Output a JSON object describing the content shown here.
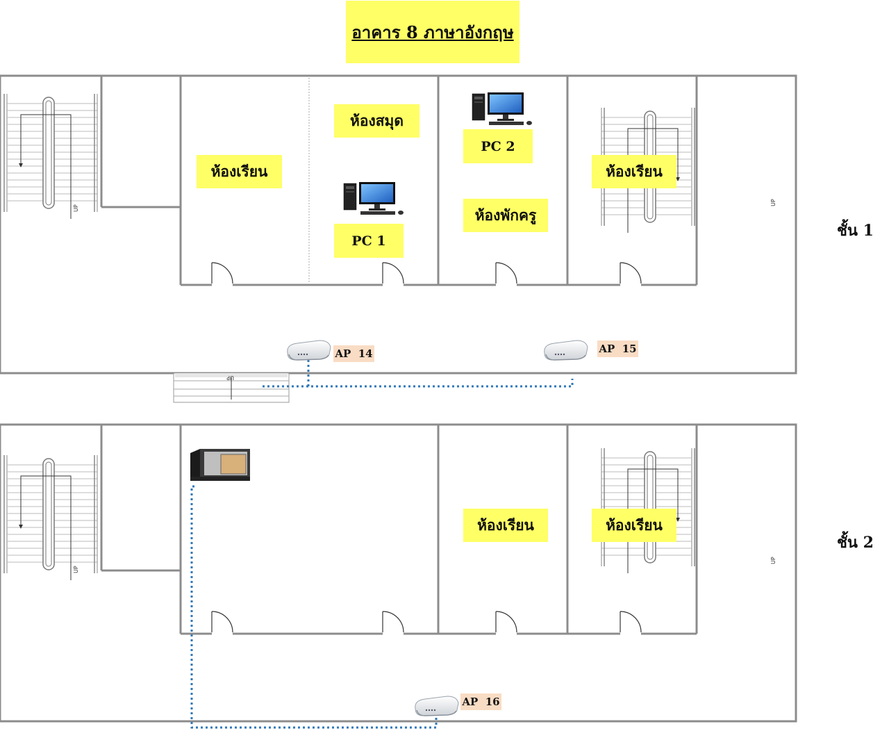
{
  "title": "อาคาร 8 ภาษาอังกฤษ",
  "floors": [
    {
      "label": "ชั้น 1"
    },
    {
      "label": "ชั้น 2"
    }
  ],
  "rooms": {
    "floor1": {
      "classroom_left": "ห้องเรียน",
      "library": "ห้องสมุด",
      "teacher_room": "ห้องพักครู",
      "classroom_right": "ห้องเรียน"
    },
    "floor2": {
      "classroom_a": "ห้องเรียน",
      "classroom_b": "ห้องเรียน"
    }
  },
  "computers": [
    {
      "label": "PC 1",
      "icon": "desktop-computer-icon"
    },
    {
      "label": "PC 2",
      "icon": "desktop-computer-icon"
    }
  ],
  "access_points": [
    {
      "label": "AP  14",
      "icon": "access-point-icon"
    },
    {
      "label": "AP  15",
      "icon": "access-point-icon"
    },
    {
      "label": "AP  16",
      "icon": "access-point-icon"
    }
  ],
  "stair_marker": "UP",
  "rack_icon": "network-rack-icon",
  "colors": {
    "room_label_bg": "#ffff66",
    "ap_label_bg": "#f9dcc4",
    "cable": "#2f77b8",
    "wall": "#7f7f7f"
  }
}
